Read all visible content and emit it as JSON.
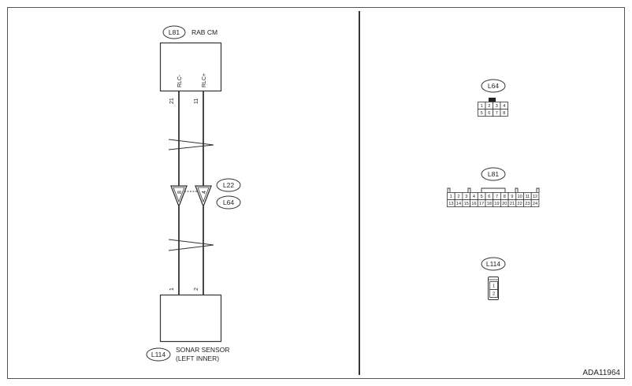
{
  "figure_id": "ADA11964",
  "wiring": {
    "rab_cm": {
      "connector": "L81",
      "name": "RAB CM",
      "pin_a_name": "RLC-",
      "pin_b_name": "RLC+",
      "pin_a": "21",
      "pin_b": "11"
    },
    "splice": {
      "connector_top": "L22",
      "connector_bottom": "L64",
      "pin_a": "8",
      "pin_b": "4"
    },
    "sensor": {
      "connector": "L114",
      "name_line1": "SONAR SENSOR",
      "name_line2": "(LEFT INNER)",
      "pin_a": "1",
      "pin_b": "2"
    }
  },
  "connector_views": {
    "l64": {
      "label": "L64",
      "rows": [
        [
          "1",
          "2",
          "3",
          "4"
        ],
        [
          "5",
          "6",
          "7",
          "8"
        ]
      ]
    },
    "l81": {
      "label": "L81",
      "rows": [
        [
          "1",
          "2",
          "3",
          "4",
          "5",
          "6",
          "7",
          "8",
          "9",
          "10",
          "11",
          "12"
        ],
        [
          "13",
          "14",
          "15",
          "16",
          "17",
          "18",
          "19",
          "20",
          "21",
          "22",
          "23",
          "24"
        ]
      ]
    },
    "l114": {
      "label": "L114",
      "rows": [
        [
          "1"
        ],
        [
          "2"
        ]
      ]
    }
  }
}
